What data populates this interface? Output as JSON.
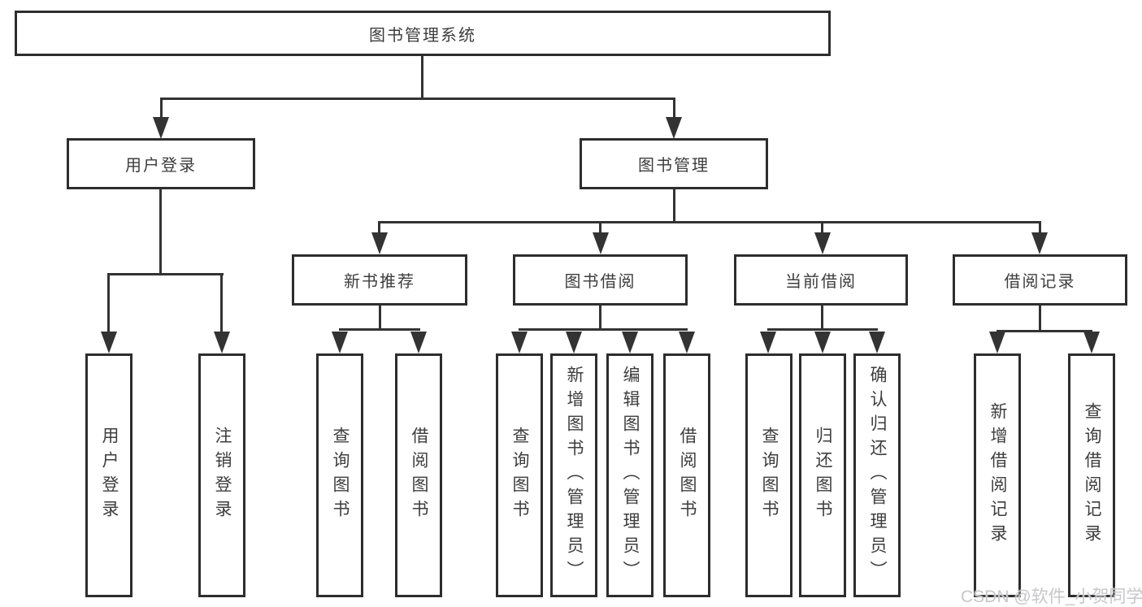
{
  "watermark": "CSDN @软件_小贺同学",
  "colors": {
    "line": "#2d2d2d",
    "text": "#3d3d3d",
    "watermark": "#c7c7ca"
  },
  "tree": {
    "label": "图书管理系统",
    "children": [
      {
        "label": "用户登录",
        "children": [
          {
            "label": "用户登录"
          },
          {
            "label": "注销登录"
          }
        ]
      },
      {
        "label": "图书管理",
        "children": [
          {
            "label": "新书推荐",
            "children": [
              {
                "label": "查询图书"
              },
              {
                "label": "借阅图书"
              }
            ]
          },
          {
            "label": "图书借阅",
            "children": [
              {
                "label": "查询图书"
              },
              {
                "label": "新增图书（管理员）"
              },
              {
                "label": "编辑图书（管理员）"
              },
              {
                "label": "借阅图书"
              }
            ]
          },
          {
            "label": "当前借阅",
            "children": [
              {
                "label": "查询图书"
              },
              {
                "label": "归还图书"
              },
              {
                "label": "确认归还（管理员）"
              }
            ]
          },
          {
            "label": "借阅记录",
            "children": [
              {
                "label": "新增借阅记录"
              },
              {
                "label": "查询借阅记录"
              }
            ]
          }
        ]
      }
    ]
  }
}
